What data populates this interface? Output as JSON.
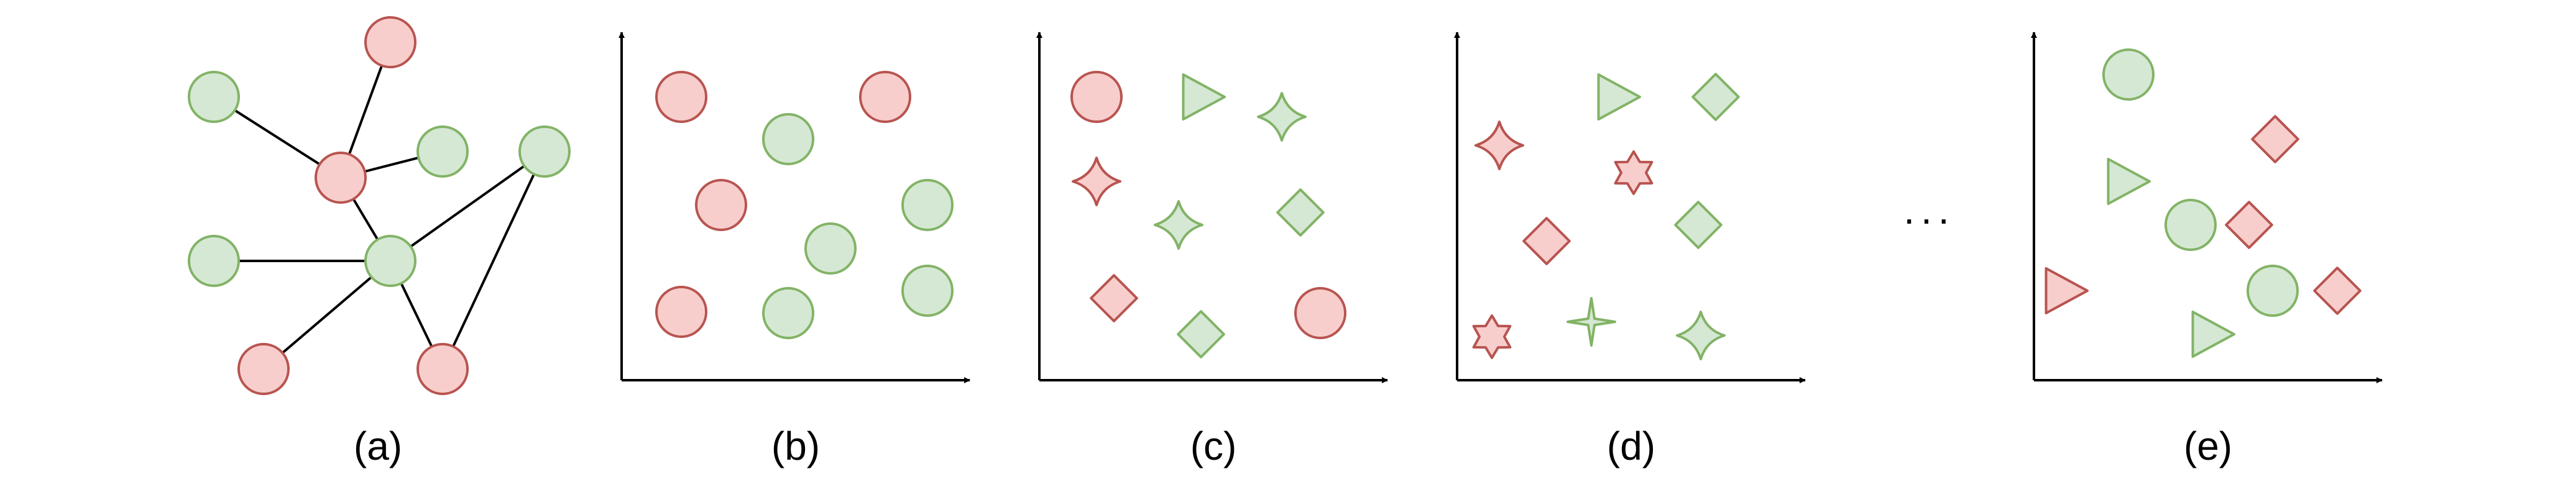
{
  "colors": {
    "red_fill": "#f8cecc",
    "red_stroke": "#b85450",
    "green_fill": "#d5e8d4",
    "green_stroke": "#82b366",
    "edge": "#000000",
    "axis": "#000000"
  },
  "panels": [
    {
      "id": "a",
      "label": "(a)",
      "type": "graph",
      "nodes": [
        {
          "id": 0,
          "shape": "circle",
          "color": "red"
        },
        {
          "id": 1,
          "shape": "circle",
          "color": "green"
        },
        {
          "id": 2,
          "shape": "circle",
          "color": "red"
        },
        {
          "id": 3,
          "shape": "circle",
          "color": "green"
        },
        {
          "id": 4,
          "shape": "circle",
          "color": "green"
        },
        {
          "id": 5,
          "shape": "circle",
          "color": "green"
        },
        {
          "id": 6,
          "shape": "circle",
          "color": "green"
        },
        {
          "id": 7,
          "shape": "circle",
          "color": "red"
        },
        {
          "id": 8,
          "shape": "circle",
          "color": "red"
        }
      ],
      "edges": [
        [
          0,
          2
        ],
        [
          1,
          2
        ],
        [
          2,
          3
        ],
        [
          2,
          6
        ],
        [
          5,
          6
        ],
        [
          6,
          7
        ],
        [
          6,
          8
        ],
        [
          6,
          4
        ],
        [
          4,
          8
        ]
      ]
    },
    {
      "id": "b",
      "label": "(b)",
      "type": "scatter",
      "points": [
        {
          "shape": "circle",
          "color": "red"
        },
        {
          "shape": "circle",
          "color": "red"
        },
        {
          "shape": "circle",
          "color": "green"
        },
        {
          "shape": "circle",
          "color": "red"
        },
        {
          "shape": "circle",
          "color": "green"
        },
        {
          "shape": "circle",
          "color": "green"
        },
        {
          "shape": "circle",
          "color": "red"
        },
        {
          "shape": "circle",
          "color": "green"
        },
        {
          "shape": "circle",
          "color": "green"
        }
      ]
    },
    {
      "id": "c",
      "label": "(c)",
      "type": "scatter",
      "points": [
        {
          "shape": "circle",
          "color": "red"
        },
        {
          "shape": "triangle",
          "color": "green"
        },
        {
          "shape": "astroid",
          "color": "green"
        },
        {
          "shape": "astroid",
          "color": "red"
        },
        {
          "shape": "astroid",
          "color": "green"
        },
        {
          "shape": "diamond",
          "color": "green"
        },
        {
          "shape": "diamond",
          "color": "red"
        },
        {
          "shape": "diamond",
          "color": "green"
        },
        {
          "shape": "circle",
          "color": "red"
        }
      ]
    },
    {
      "id": "d",
      "label": "(d)",
      "type": "scatter",
      "points": [
        {
          "shape": "triangle",
          "color": "green"
        },
        {
          "shape": "diamond",
          "color": "green"
        },
        {
          "shape": "astroid",
          "color": "red"
        },
        {
          "shape": "star6",
          "color": "red"
        },
        {
          "shape": "diamond",
          "color": "green"
        },
        {
          "shape": "diamond",
          "color": "red"
        },
        {
          "shape": "star6",
          "color": "red"
        },
        {
          "shape": "star4",
          "color": "green"
        },
        {
          "shape": "astroid",
          "color": "green"
        }
      ]
    },
    {
      "id": "e",
      "label": "(e)",
      "type": "scatter",
      "points": [
        {
          "shape": "circle",
          "color": "green"
        },
        {
          "shape": "diamond",
          "color": "red"
        },
        {
          "shape": "triangle",
          "color": "green"
        },
        {
          "shape": "circle",
          "color": "green"
        },
        {
          "shape": "diamond",
          "color": "red"
        },
        {
          "shape": "triangle",
          "color": "red"
        },
        {
          "shape": "circle",
          "color": "green"
        },
        {
          "shape": "diamond",
          "color": "red"
        },
        {
          "shape": "triangle",
          "color": "green"
        }
      ]
    }
  ],
  "ellipsis": "..."
}
